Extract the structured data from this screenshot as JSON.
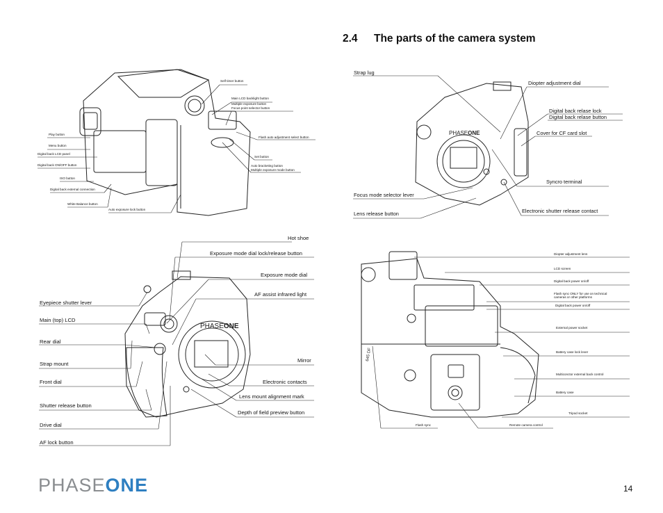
{
  "section": {
    "number": "2.4",
    "title": "The parts of the camera system"
  },
  "views": {
    "back_view": {
      "labels": [
        "Self timer button",
        "Main LCD backlight button",
        "Multiple exposure button",
        "Focus point selector button",
        "Play button",
        "Flash auto adjustment select button",
        "Menu button",
        "Digital back LCD panel",
        "Set button",
        "Digital back ON/OFF button",
        "Auto bracketing button",
        "Multiple exposure mode button",
        "ISO button",
        "Digital back external connection",
        "White Balance button",
        "Auto exposure lock button"
      ]
    },
    "front_right_view": {
      "labels": [
        "Strap lug",
        "Diopter adjustment dial",
        "Digital back relase lock",
        "Digital back relase button",
        "Cover for CF card slot",
        "Syncro terminal",
        "Focus mode selector lever",
        "Lens release button",
        "Electronic shutter release contact"
      ]
    },
    "front_left_view": {
      "labels": [
        "Hot shoe",
        "Exposure mode dial lock/release button",
        "Exposure mode dial",
        "AF assist infrared light",
        "Eyepiece shutter lever",
        "Main (top) LCD",
        "Rear dial",
        "Mirror",
        "Strap mount",
        "Front dial",
        "Electronic contacts",
        "Lens mount alignment mark",
        "Shutter release button",
        "Depth of field preview button",
        "Drive dial",
        "AF lock button"
      ]
    },
    "rear_view": {
      "labels": [
        "Diopter adjustment lens",
        "LCD screen",
        "Digital back power on/off",
        "Flash sync ONLY for use on technical",
        "cameras or other platforms",
        "Digital back power on/off",
        "External power socket",
        "Battery case lock lever",
        "Multiconctor external back control",
        "Battery case",
        "Tripod socket",
        "Flash sync",
        "Remote camera control"
      ]
    }
  },
  "camera_marks": {
    "brand_thin": "PHASE",
    "brand_bold": "ONE",
    "model": "645 DF"
  },
  "footer": {
    "logo_thin": "PHASE",
    "logo_bold": "ONE",
    "page_number": "14"
  },
  "colors": {
    "logo_gray": "#8a8d90",
    "logo_blue": "#2e7fc1"
  }
}
